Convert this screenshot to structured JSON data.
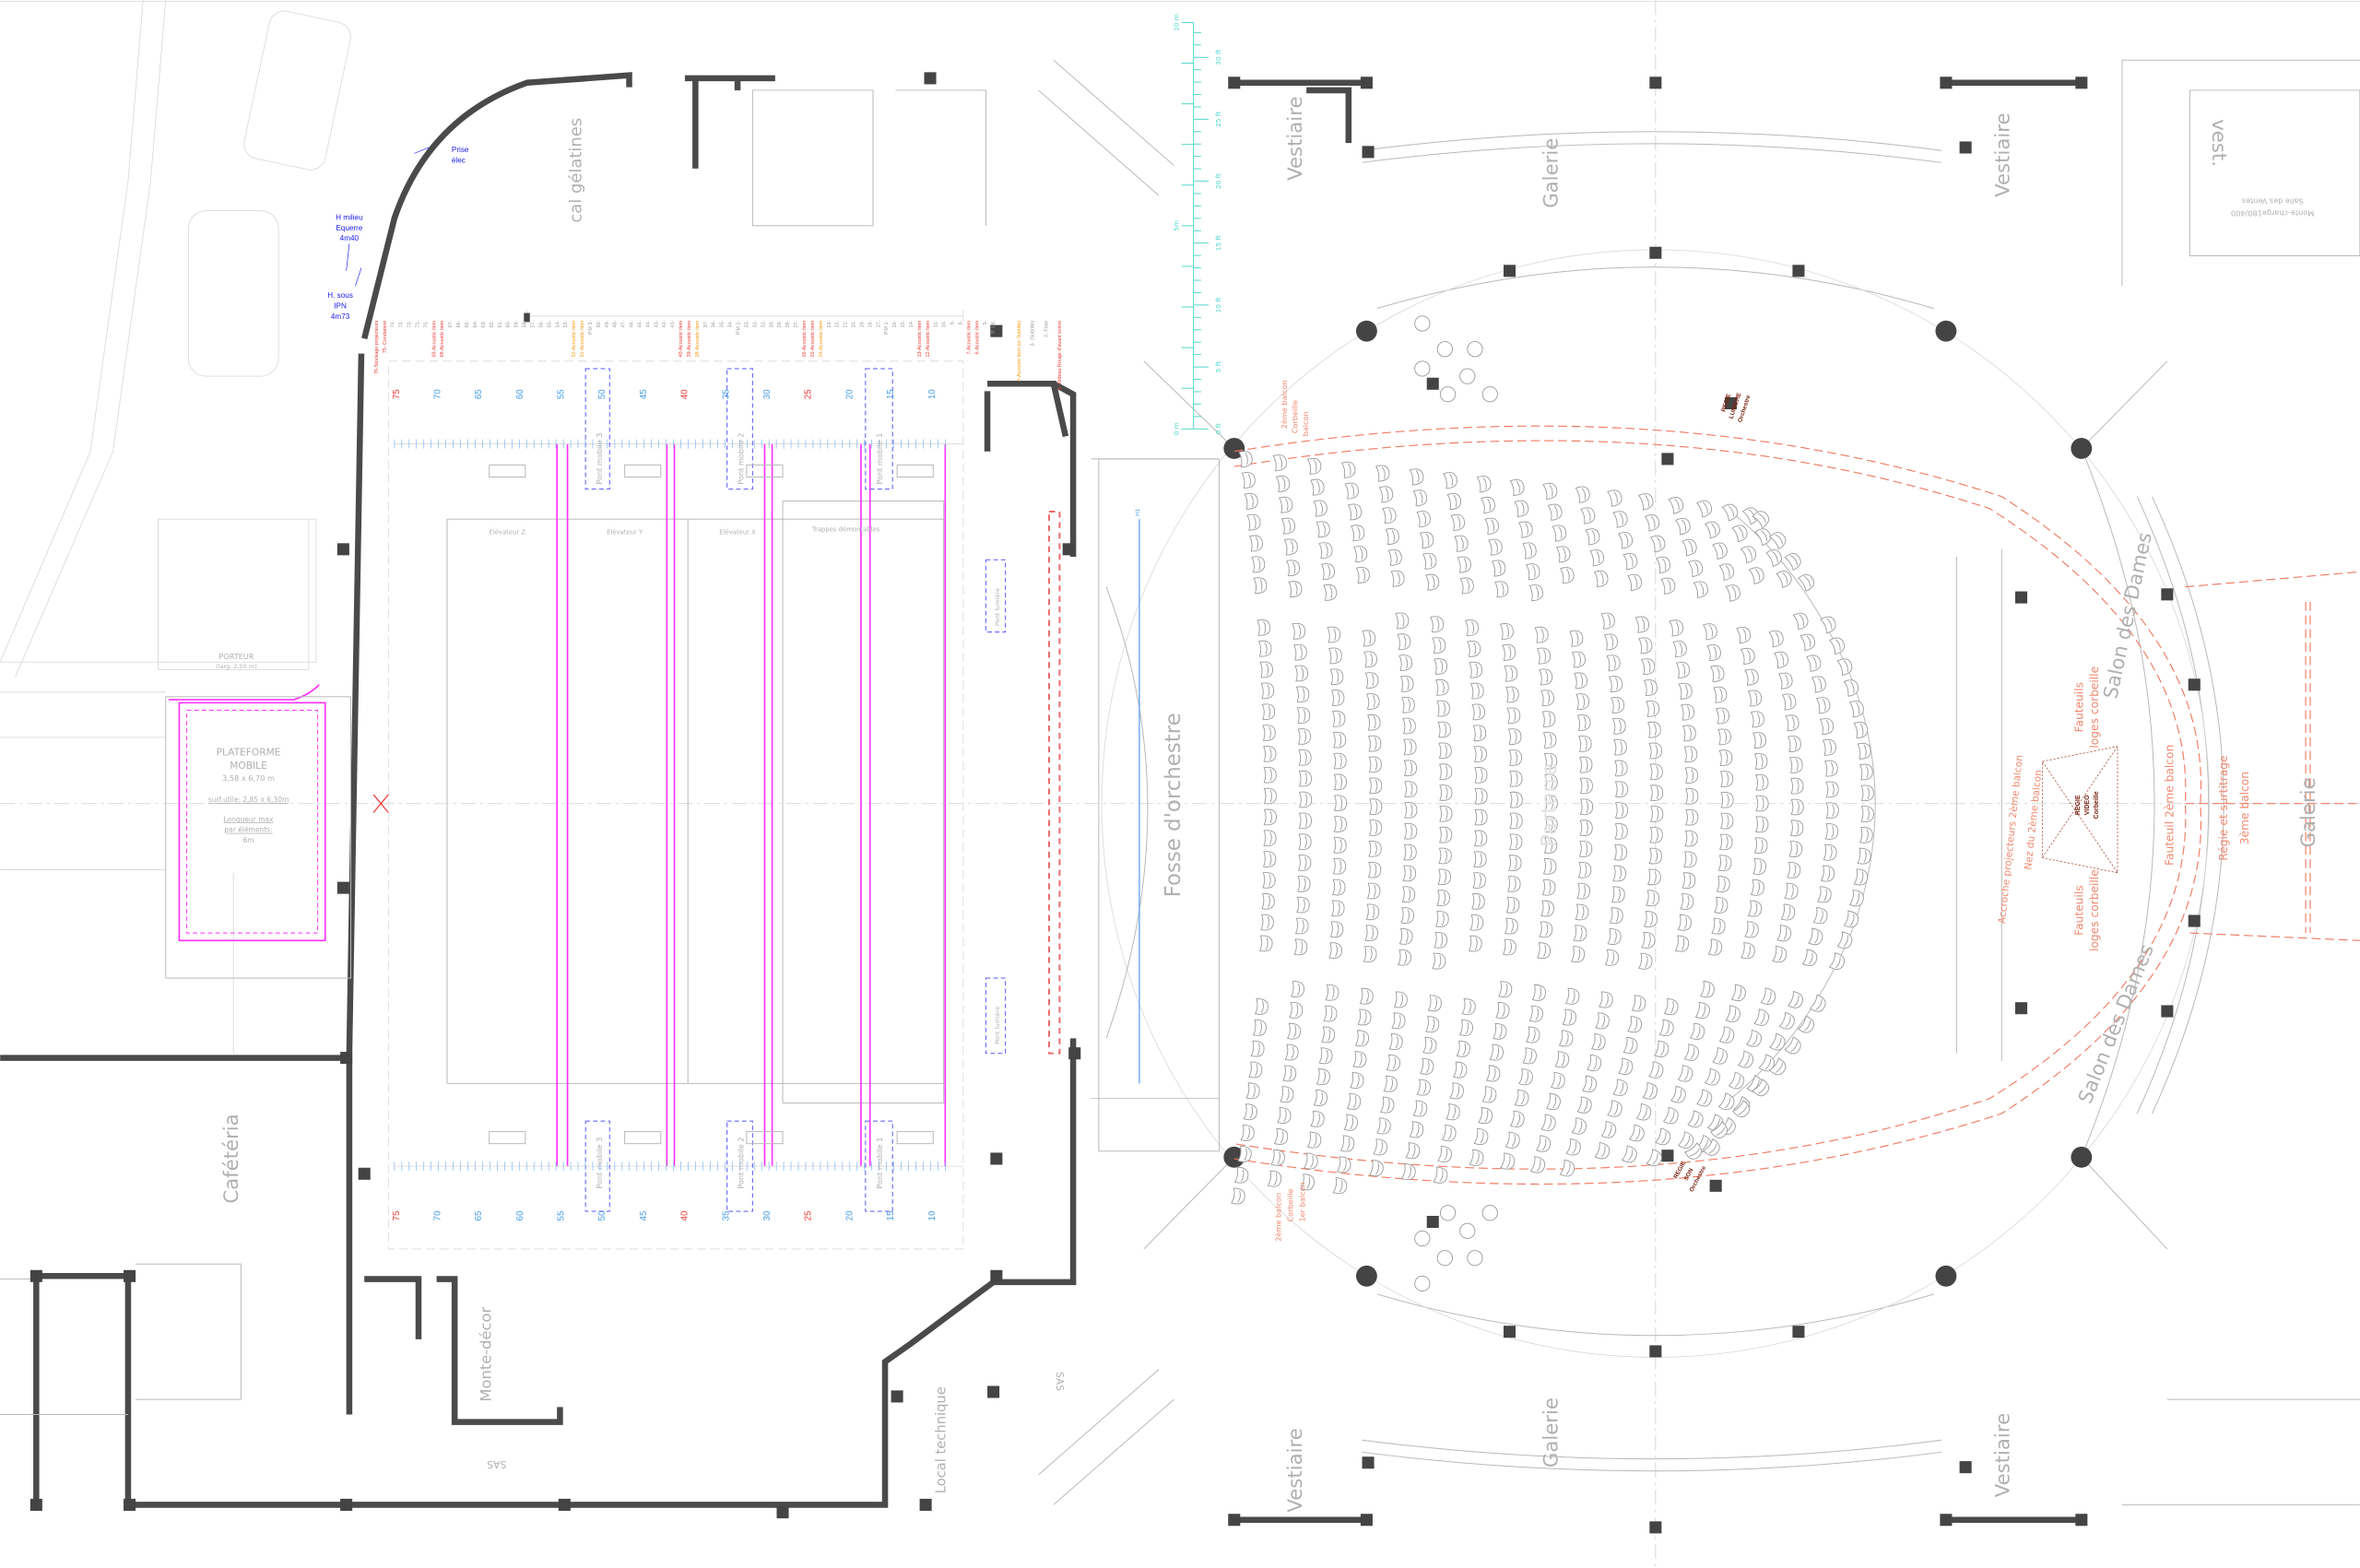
{
  "colors": {
    "wall": "#4a4a4a",
    "batten_red": "#e8413a",
    "batten_orange": "#f39c12",
    "batten_grey": "#9a9a9a",
    "scale_blue": "#4a9fe8",
    "note_blue": "#1a1aee",
    "magenta": "#ff30ff",
    "balcony": "#ef8a72",
    "ruler": "#4fd6cc"
  },
  "notes": {
    "prise": [
      "Prise",
      "élec"
    ],
    "h_milieu": [
      "H milieu",
      "Equerre",
      "4m40"
    ],
    "h_sous": [
      "H. sous",
      "IPN",
      "4m73"
    ],
    "h1": "H1"
  },
  "battens": [
    {
      "label": "76-Stockage projecteurs",
      "color": "red"
    },
    {
      "label": "75- Condamné",
      "color": "red"
    },
    {
      "label": "74-",
      "color": "grey"
    },
    {
      "label": "73-",
      "color": "grey"
    },
    {
      "label": "72-",
      "color": "grey"
    },
    {
      "label": "71-",
      "color": "grey"
    },
    {
      "label": "70-",
      "color": "grey"
    },
    {
      "label": "69-Acoustic item",
      "color": "red"
    },
    {
      "label": "68-Acoustic item",
      "color": "red"
    },
    {
      "label": "67-",
      "color": "grey"
    },
    {
      "label": "66-",
      "color": "grey"
    },
    {
      "label": "65-",
      "color": "grey"
    },
    {
      "label": "64-",
      "color": "grey"
    },
    {
      "label": "63-",
      "color": "grey"
    },
    {
      "label": "62-",
      "color": "grey"
    },
    {
      "label": "61-",
      "color": "grey"
    },
    {
      "label": "60-",
      "color": "grey"
    },
    {
      "label": "59-",
      "color": "grey"
    },
    {
      "label": "58-",
      "color": "grey"
    },
    {
      "label": "57-",
      "color": "grey"
    },
    {
      "label": "56-",
      "color": "grey"
    },
    {
      "label": "55-",
      "color": "grey"
    },
    {
      "label": "54-",
      "color": "grey"
    },
    {
      "label": "53-",
      "color": "grey"
    },
    {
      "label": "52-Acoustic item",
      "color": "orange"
    },
    {
      "label": "51-Acoustic item",
      "color": "orange"
    },
    {
      "label": "P.M 3-",
      "color": "grey"
    },
    {
      "label": "50-",
      "color": "grey"
    },
    {
      "label": "49-",
      "color": "grey"
    },
    {
      "label": "48-",
      "color": "grey"
    },
    {
      "label": "47-",
      "color": "grey"
    },
    {
      "label": "46-",
      "color": "grey"
    },
    {
      "label": "45-",
      "color": "grey"
    },
    {
      "label": "44-",
      "color": "grey"
    },
    {
      "label": "43-",
      "color": "grey"
    },
    {
      "label": "42-",
      "color": "grey"
    },
    {
      "label": "41-",
      "color": "grey"
    },
    {
      "label": "40-Acoustic item",
      "color": "red"
    },
    {
      "label": "39-Acoustic item",
      "color": "red"
    },
    {
      "label": "38-Acoustic item",
      "color": "orange"
    },
    {
      "label": "37-",
      "color": "grey"
    },
    {
      "label": "36-",
      "color": "grey"
    },
    {
      "label": "35-",
      "color": "grey"
    },
    {
      "label": "34-",
      "color": "grey"
    },
    {
      "label": "P.M 2-",
      "color": "grey"
    },
    {
      "label": "33-",
      "color": "grey"
    },
    {
      "label": "32-",
      "color": "grey"
    },
    {
      "label": "31-",
      "color": "grey"
    },
    {
      "label": "30-",
      "color": "grey"
    },
    {
      "label": "29-",
      "color": "grey"
    },
    {
      "label": "28-",
      "color": "grey"
    },
    {
      "label": "27-",
      "color": "grey"
    },
    {
      "label": "26-Acoustic item",
      "color": "red"
    },
    {
      "label": "25-Acoustic item",
      "color": "red"
    },
    {
      "label": "24-Acoustic item",
      "color": "orange"
    },
    {
      "label": "23-",
      "color": "grey"
    },
    {
      "label": "22-",
      "color": "grey"
    },
    {
      "label": "21-",
      "color": "grey"
    },
    {
      "label": "20-",
      "color": "grey"
    },
    {
      "label": "19-",
      "color": "grey"
    },
    {
      "label": "18-",
      "color": "grey"
    },
    {
      "label": "17-",
      "color": "grey"
    },
    {
      "label": "P.M 1-",
      "color": "grey"
    },
    {
      "label": "16-",
      "color": "grey"
    },
    {
      "label": "15-",
      "color": "grey"
    },
    {
      "label": "14-",
      "color": "grey"
    },
    {
      "label": "13-Acoustic item",
      "color": "red"
    },
    {
      "label": "12-Acoustic item",
      "color": "red"
    },
    {
      "label": "11-",
      "color": "grey"
    },
    {
      "label": "10-",
      "color": "grey"
    },
    {
      "label": "9-",
      "color": "grey"
    },
    {
      "label": "8-",
      "color": "grey"
    },
    {
      "label": "7-Acoustic item",
      "color": "red"
    },
    {
      "label": "6-Acoustic item",
      "color": "red"
    },
    {
      "label": "5-",
      "color": "grey"
    },
    {
      "label": "P. LX.",
      "color": "grey"
    }
  ],
  "battens_front": [
    {
      "label": "4-Acoustic item (or Subtitle)",
      "color": "orange"
    },
    {
      "label": "3- (Subtitle)",
      "color": "grey"
    },
    {
      "label": "2- Frise",
      "color": "grey"
    },
    {
      "label": "1- Rideau Rouge d'avant scène",
      "color": "red"
    }
  ],
  "batten_scale": [
    {
      "n": "75",
      "color": "red"
    },
    {
      "n": "70",
      "color": "blue"
    },
    {
      "n": "65",
      "color": "blue"
    },
    {
      "n": "60",
      "color": "blue"
    },
    {
      "n": "55",
      "color": "blue"
    },
    {
      "n": "50",
      "color": "blue"
    },
    {
      "n": "45",
      "color": "blue"
    },
    {
      "n": "40",
      "color": "red"
    },
    {
      "n": "35",
      "color": "blue"
    },
    {
      "n": "30",
      "color": "blue"
    },
    {
      "n": "25",
      "color": "red"
    },
    {
      "n": "20",
      "color": "blue"
    },
    {
      "n": "15",
      "color": "blue"
    },
    {
      "n": "10",
      "color": "blue"
    }
  ],
  "stage": {
    "elevators": [
      "Elévateur Z",
      "Elévateur Y",
      "Elévateur X"
    ],
    "trappes": "Trappes démontables",
    "ponts_mobiles": [
      "Pont mobile 3",
      "Pont mobile 2",
      "Pont mobile 1"
    ],
    "pont_lumiere": "Pont lumière",
    "porteur": [
      "PORTEUR",
      "(larg. 2,50 m)"
    ],
    "plateforme": [
      "PLATEFORME",
      "MOBILE",
      "3,58 x 6,70 m",
      "surf.utile: 2,85 x 6,30m",
      "Longueur max",
      "par éléments:",
      "6m"
    ]
  },
  "rooms": {
    "cal": "cal gélatines",
    "fosse": "Fosse d'orchestre",
    "parterre": "Parterre",
    "cafeteria": "Cafétéria",
    "monte_decor": "Monte-décor",
    "local_technique": "Local technique",
    "sas": "SAS",
    "galerie": "Galerie",
    "vestiaire": "Vestiaire",
    "vest": "vest.",
    "monte_charge": "Monte-charge180/400",
    "salle_ventes": "Salle des Ventes",
    "salon": "Salon des Dames"
  },
  "balcony": {
    "fauteuils": [
      "Fauteuils",
      "loges corbeille"
    ],
    "accroche": "Accroche projecteurs 2ème balcon",
    "nez": "Nez du 2ème balcon",
    "fauteuil2": "Fauteuil 2ème balcon",
    "regie_surtitrage": [
      "Régie et surtitrage",
      "3ème balcon"
    ],
    "regie_video": [
      "REGIE",
      "VIDEO",
      "Corbeille"
    ],
    "regie_lumiere": [
      "REGIE",
      "LUMIERE",
      "Orchestre"
    ],
    "regie_son": [
      "REGIE",
      "SON",
      "Orchestre"
    ],
    "box_top": [
      "2ème balcon",
      "Corbeille",
      "balcon"
    ],
    "box_bottom": [
      "2ème balcon",
      "Corbeille",
      "1er balcon"
    ]
  },
  "ruler": {
    "meters": [
      "0 m",
      "5m",
      "10 m"
    ],
    "feet": [
      "0 ft",
      "5 ft",
      "10 ft",
      "15 ft",
      "20 ft",
      "25 ft",
      "30 ft"
    ]
  }
}
